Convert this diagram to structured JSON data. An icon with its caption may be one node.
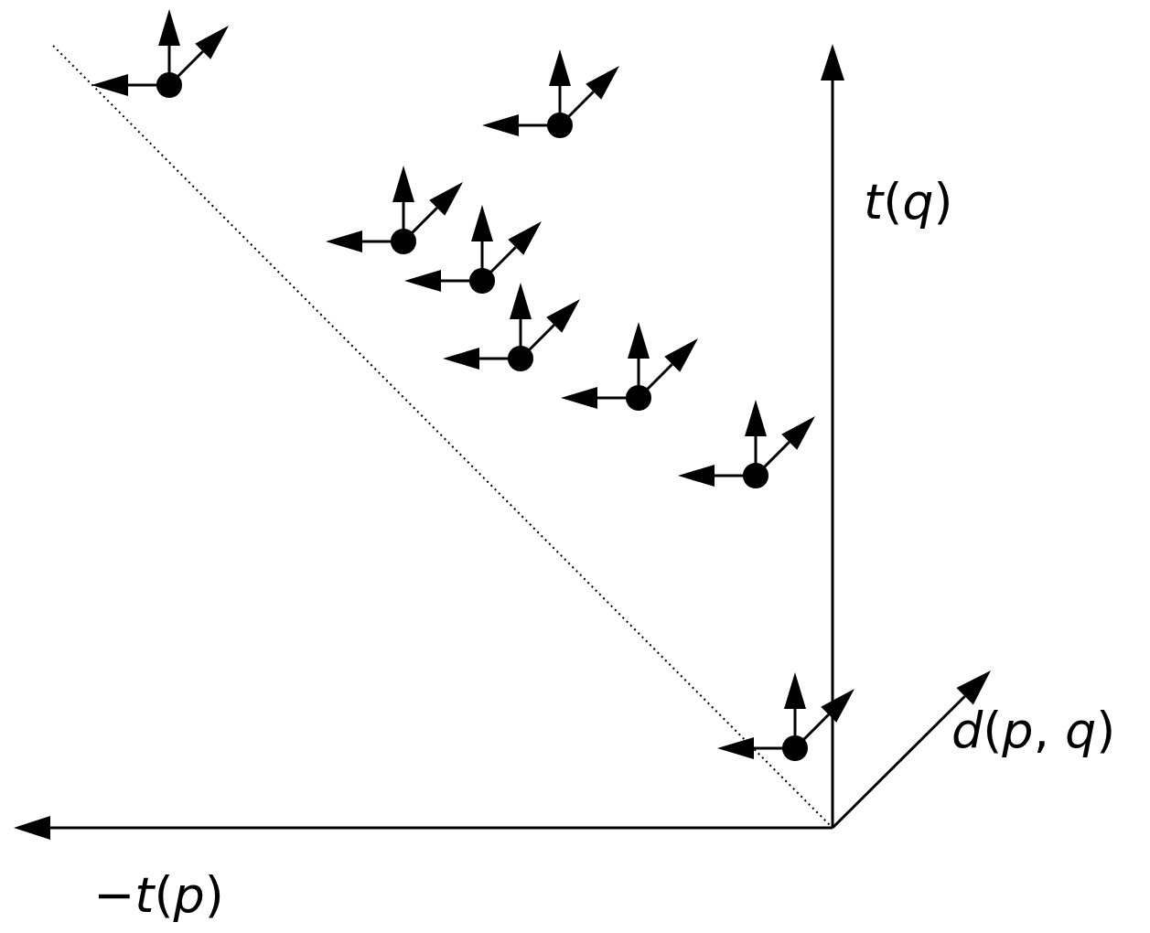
{
  "diagram": {
    "labels": [
      "*t*(*q*)",
      "*d*(*p*, *q*)",
      "−*t*(*p*)"
    ]
  }
}
